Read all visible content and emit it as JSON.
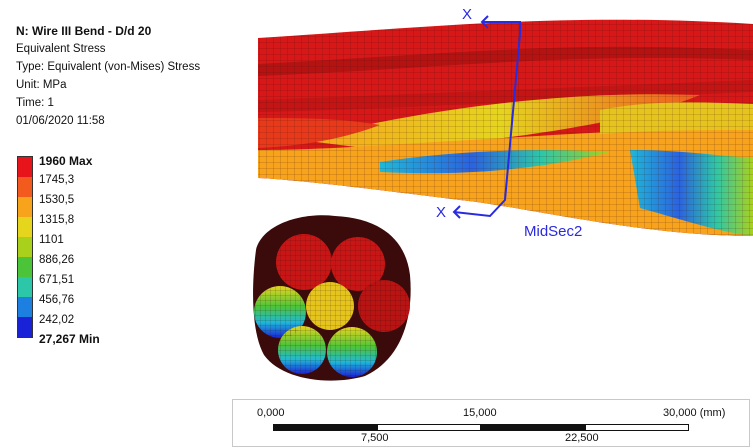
{
  "info": {
    "title": "N: Wire III Bend - D/d 20",
    "line1": "Equivalent Stress",
    "line2": "Type: Equivalent (von-Mises) Stress",
    "line3": "Unit: MPa",
    "line4": "Time: 1",
    "line5": "01/06/2020 11:58"
  },
  "legend": {
    "labels": [
      "1960 Max",
      "1745,3",
      "1530,5",
      "1315,8",
      "1101",
      "886,26",
      "671,51",
      "456,76",
      "242,02",
      "27,267 Min"
    ],
    "colors": [
      "#e8141c",
      "#f25a1e",
      "#f7a31c",
      "#e5d51d",
      "#a9d11c",
      "#4cc43a",
      "#2cc7a8",
      "#1fb8d8",
      "#1d7fe0",
      "#1a22d8"
    ]
  },
  "annotations": {
    "x_top": "X",
    "x_bottom": "X",
    "section": "MidSec2"
  },
  "scale": {
    "top": [
      "0,000",
      "15,000",
      "30,000 (mm)"
    ],
    "bottom": [
      "7,500",
      "22,500"
    ]
  }
}
